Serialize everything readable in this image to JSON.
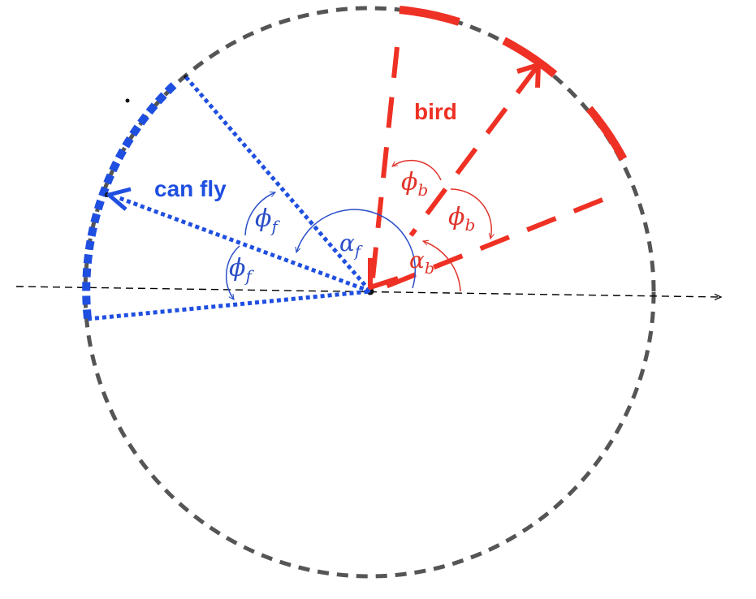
{
  "diagram": {
    "labels": {
      "bird": "bird",
      "can_fly": "can fly"
    },
    "angles": {
      "phi_b_base": "ϕ",
      "phi_b_sub": "b",
      "alpha_b_base": "α",
      "alpha_b_sub": "b",
      "phi_f_base": "ϕ",
      "phi_f_sub": "f",
      "alpha_f_base": "α",
      "alpha_f_sub": "f"
    },
    "colors": {
      "bird": "#ee3124",
      "can_fly": "#1f4fe0",
      "circle": "#555555",
      "axis": "#000000",
      "angle_blue": "#2b4fc8",
      "angle_red": "#e0332a"
    }
  }
}
